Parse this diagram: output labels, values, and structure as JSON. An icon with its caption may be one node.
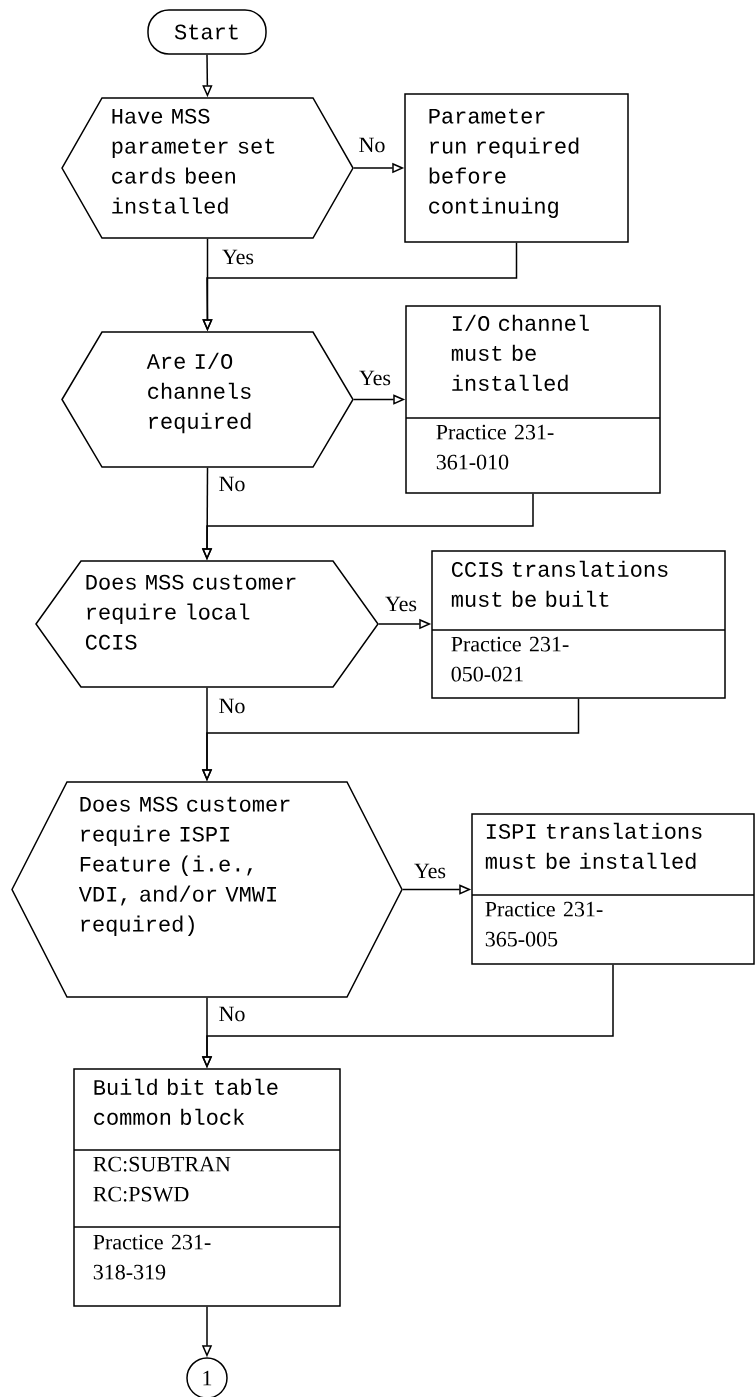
{
  "diagram": {
    "nodes": [
      {
        "text": [
          "Start"
        ]
      },
      {
        "text": [
          "Have MSS parameter set cards been installed"
        ]
      },
      {
        "text": [
          "Parameter run required before continuing"
        ]
      },
      {
        "text": [
          "Are I/O channels required"
        ]
      },
      {
        "text": [
          "I/O channel must be installed",
          "Practice 231-361-010"
        ]
      },
      {
        "text": [
          "Does MSS customer require local CCIS"
        ]
      },
      {
        "text": [
          "CCIS translations must be built",
          "Practice 231-050-021"
        ]
      },
      {
        "text": [
          "Does MSS customer require ISPI Feature (i.e., VDI, and/or VMWI required)"
        ]
      },
      {
        "text": [
          "ISPI translations must be installed",
          "Practice 231-365-005"
        ]
      },
      {
        "text": [
          "Build bit table common block",
          "RC:SUBTRAN RC:PSWD",
          "Practice 231-318-319"
        ]
      },
      {
        "text": [
          "1"
        ]
      }
    ],
    "edges": [
      {
        "from": 0,
        "to": 1,
        "arrow": "to"
      },
      {
        "from": 1,
        "to": 2,
        "arrow": "to",
        "label": "No"
      },
      {
        "from": 1,
        "to": 3,
        "arrow": "to",
        "label": "Yes"
      },
      {
        "from": 2,
        "to": 3,
        "arrow": "to"
      },
      {
        "from": 3,
        "to": 4,
        "arrow": "to",
        "label": "Yes"
      },
      {
        "from": 3,
        "to": 5,
        "arrow": "to",
        "label": "No"
      },
      {
        "from": 4,
        "to": 5,
        "arrow": "to"
      },
      {
        "from": 5,
        "to": 6,
        "arrow": "to",
        "label": "Yes"
      },
      {
        "from": 5,
        "to": 7,
        "arrow": "to",
        "label": "No"
      },
      {
        "from": 6,
        "to": 7,
        "arrow": "to"
      },
      {
        "from": 7,
        "to": 8,
        "arrow": "to",
        "label": "Yes"
      },
      {
        "from": 7,
        "to": 9,
        "arrow": "to",
        "label": "No"
      },
      {
        "from": 8,
        "to": 9,
        "arrow": "to"
      },
      {
        "from": 9,
        "to": 10,
        "arrow": "to"
      }
    ]
  }
}
